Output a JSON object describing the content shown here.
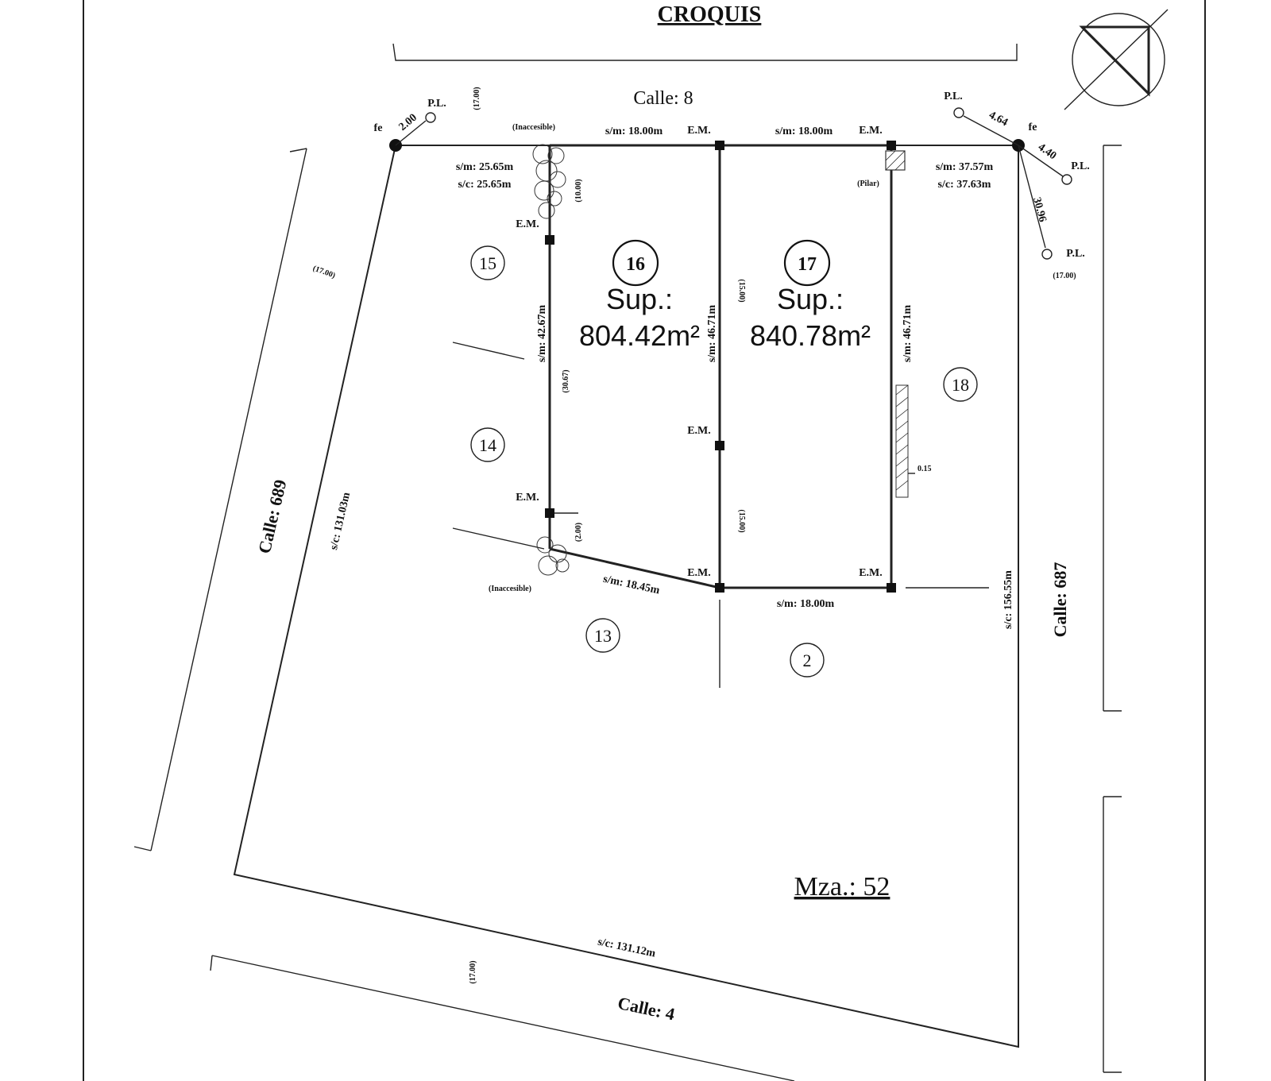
{
  "title": "CROQUIS",
  "block": "Mza.: 52",
  "streets": {
    "north": "Calle: 8",
    "west": "Calle: 689",
    "east": "Calle: 687",
    "south": "Calle: 4"
  },
  "street_widths": {
    "north": "(17.00)",
    "west": "(17.00)",
    "east": "(17.00)",
    "south": "(17.00)"
  },
  "lots": {
    "l16": {
      "number": "16",
      "sup_label": "Sup.:",
      "area": "804.42m²"
    },
    "l17": {
      "number": "17",
      "sup_label": "Sup.:",
      "area": "840.78m²"
    },
    "neighbors": {
      "n15": "15",
      "n14": "14",
      "n13": "13",
      "n2": "2",
      "n18": "18"
    }
  },
  "dimensions": {
    "top_left": "s/m: 18.00m",
    "top_right": "s/m: 18.00m",
    "bottom": "s/m: 18.00m",
    "diagonal": "s/m: 18.45m",
    "left_side": "s/m: 42.67m",
    "middle_side": "s/m: 46.71m",
    "right_side": "s/m: 46.71m",
    "corner_nw_sm": "s/m: 25.65m",
    "corner_nw_sc": "s/c: 25.65m",
    "corner_ne_sm": "s/m: 37.57m",
    "corner_ne_sc": "s/c: 37.63m",
    "west_total": "s/c: 131.03m",
    "south_total": "s/c: 131.12m",
    "east_total": "s/c: 156.55m",
    "left_inner": "(30.67)",
    "nw_inner": "(10.00)",
    "sw_inner": "(2.00)",
    "mid_upper": "(15.00)",
    "mid_lower": "(15.00)",
    "offset": "0.15"
  },
  "markers": {
    "em": "E.M.",
    "pl": "P.L.",
    "fe": "fe",
    "inaccessible": "(Inaccesible)",
    "pillar": "(Pilar)"
  },
  "ties": {
    "nw_pl": "2.00",
    "ne_pl_1": "4.64",
    "ne_pl_2": "4.40",
    "ne_pl_3": "30.96"
  }
}
